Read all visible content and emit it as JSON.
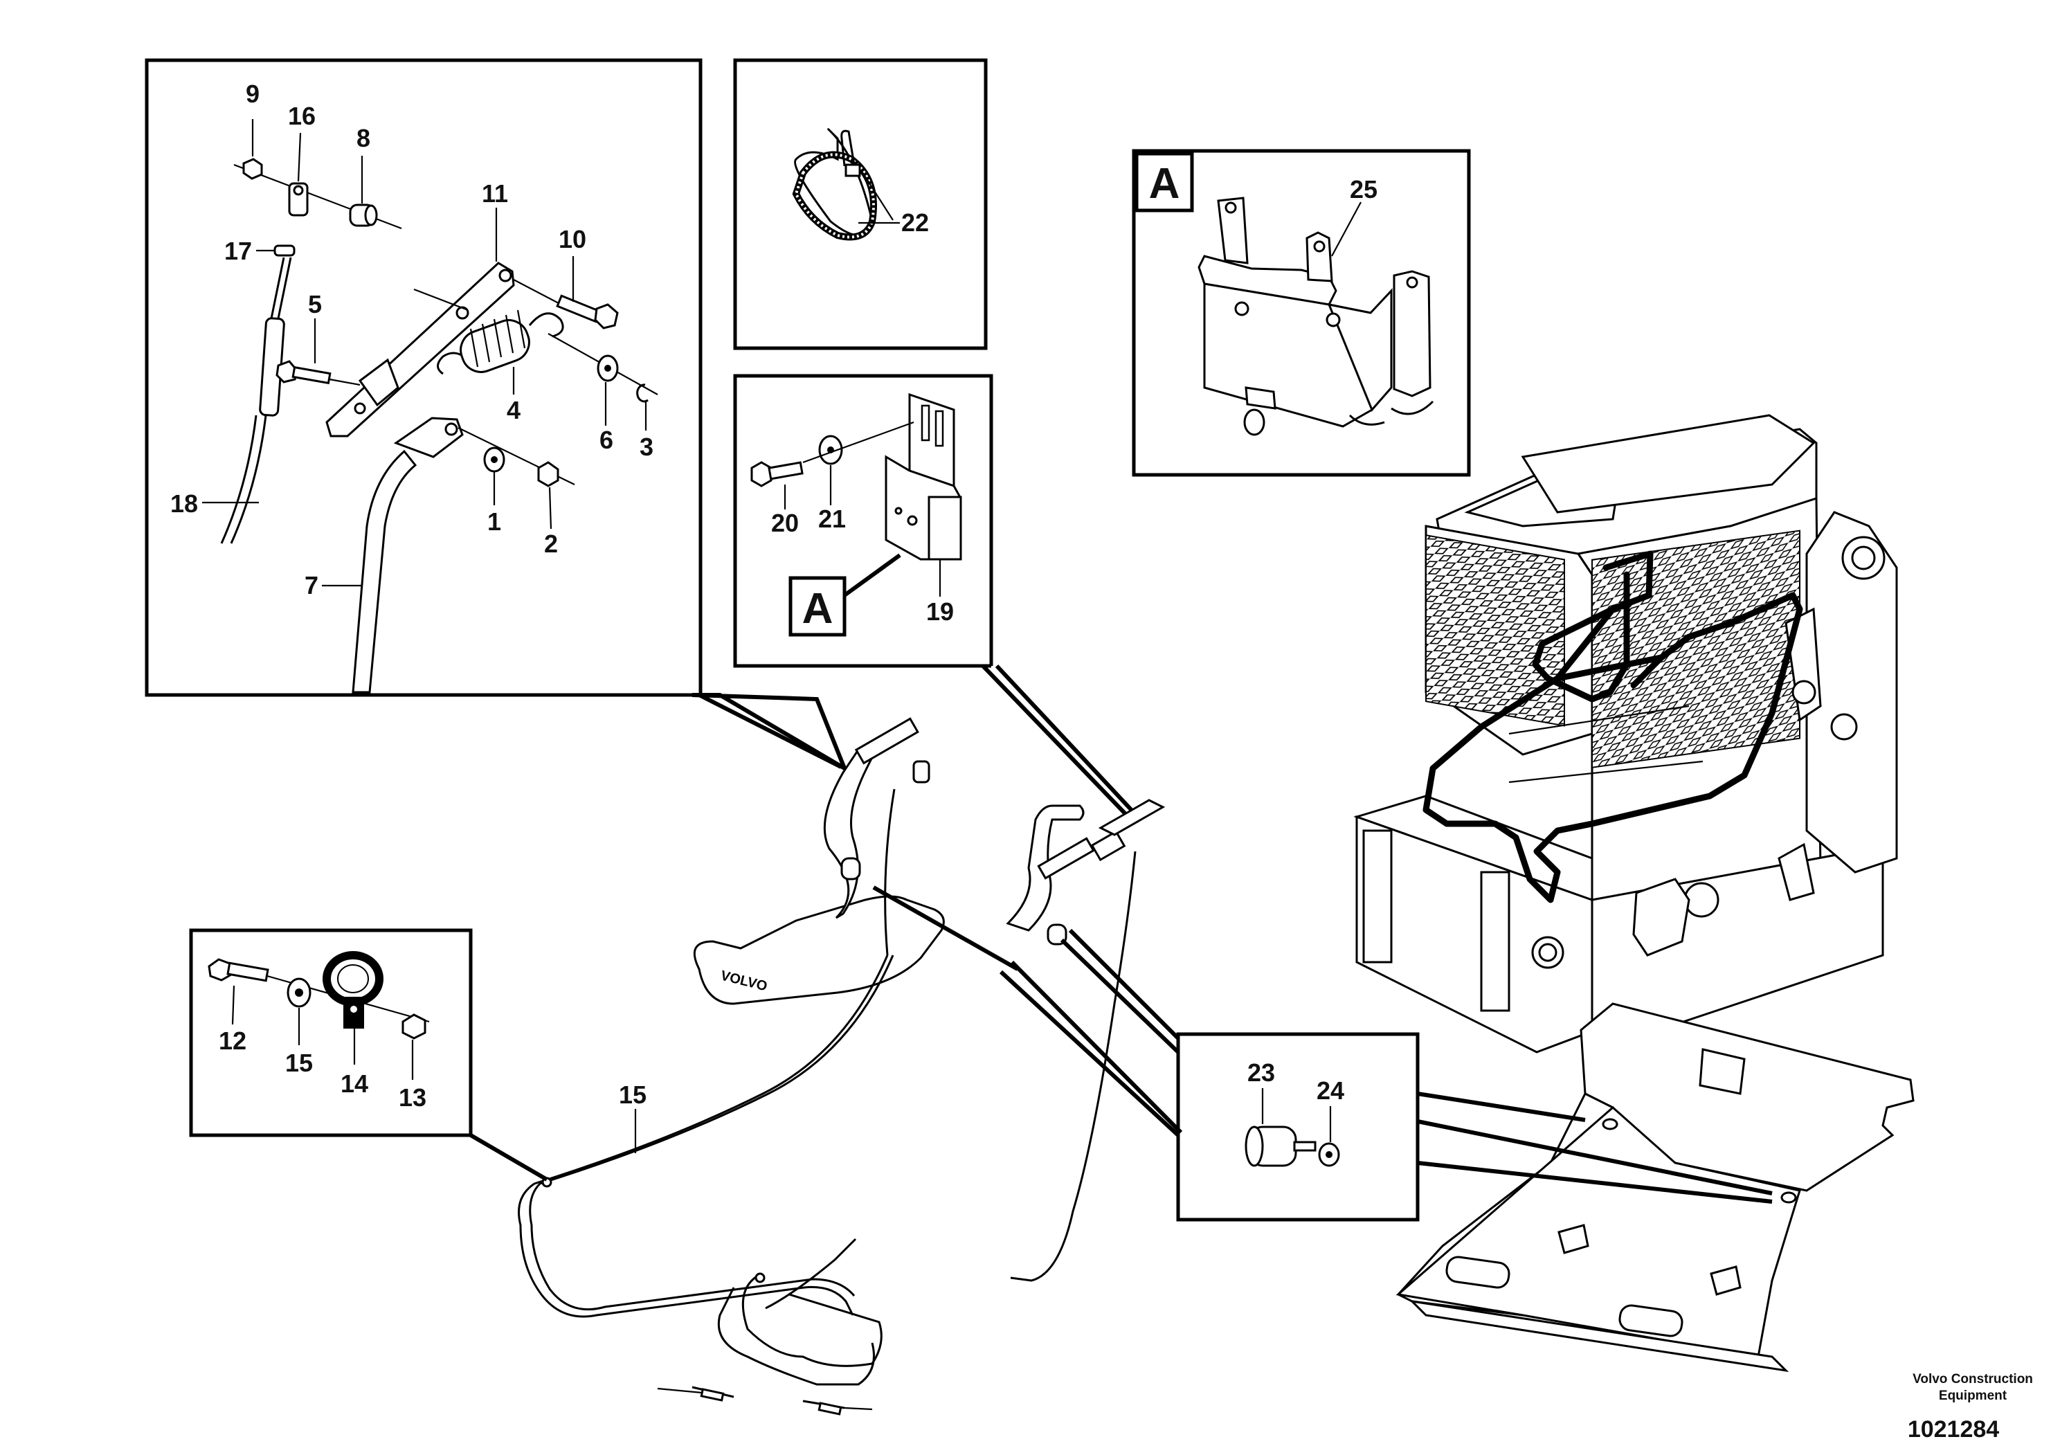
{
  "callouts": {
    "c1": "1",
    "c2": "2",
    "c3": "3",
    "c4": "4",
    "c5": "5",
    "c6": "6",
    "c7": "7",
    "c8": "8",
    "c9": "9",
    "c10": "10",
    "c11": "11",
    "c12": "12",
    "c13": "13",
    "c14": "14",
    "c15a": "15",
    "c15b": "15",
    "c16": "16",
    "c17": "17",
    "c18": "18",
    "c19": "19",
    "c20": "20",
    "c21": "21",
    "c22": "22",
    "c23": "23",
    "c24": "24",
    "c25": "25"
  },
  "view_markers": {
    "detail_box_letter": "A",
    "bracket_ref_letter": "A"
  },
  "footer": {
    "company_line1": "Volvo Construction",
    "company_line2": "Equipment",
    "drawing_number": "1021284"
  },
  "decals": {
    "bar_brand": "VOLVO"
  }
}
